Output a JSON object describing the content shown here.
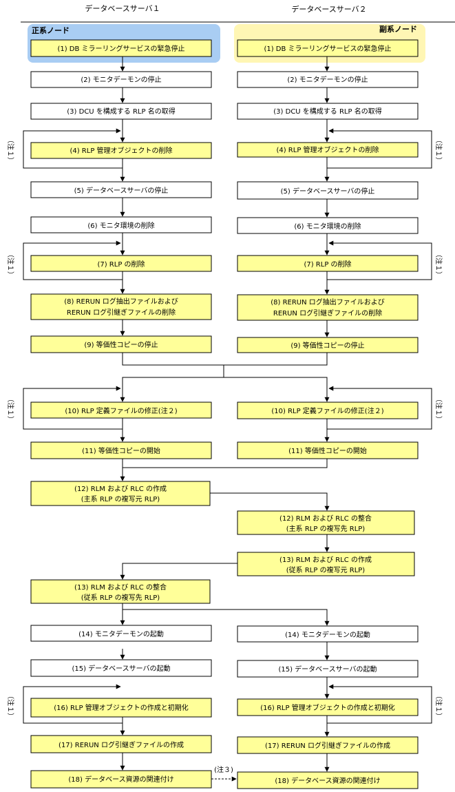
{
  "headers": {
    "server1": "データベースサーバ１",
    "server2": "データベースサーバ２"
  },
  "nodes": {
    "primary": "正系ノード",
    "secondary": "副系ノード"
  },
  "colors": {
    "primary_bg": "#a9cdf3",
    "secondary_bg": "#fff6b4",
    "box_yellow": "#ffff99",
    "box_white": "#ffffff"
  },
  "steps": {
    "s1": "(1) DB ミラーリングサービスの緊急停止",
    "s2": "(2) モニタデーモンの停止",
    "s3": "(3) DCU を構成する RLP 名の取得",
    "s4": "(4) RLP 管理オブジェクトの削除",
    "s5": "(5) データベースサーバの停止",
    "s6": "(6) モニタ環境の削除",
    "s7": "(7) RLP の削除",
    "s8_l1": "(8) RERUN ログ抽出ファイルおよび",
    "s8_l2": "RERUN ログ引継ぎファイルの削除",
    "s9": "(9) 等価性コピーの停止",
    "s10": "(10) RLP 定義ファイルの修正(注２)",
    "s11": "(11) 等価性コピーの開始",
    "s12_create_l1": "(12) RLM および RLC の作成",
    "s12_create_l2": "(主系 RLP の複写元 RLP)",
    "s12_match_l1": "(12) RLM および RLC の整合",
    "s12_match_l2": "(主系 RLP の複写先 RLP)",
    "s13_create_l1": "(13) RLM および RLC の作成",
    "s13_create_l2": "(従系 RLP の複写元 RLP)",
    "s13_match_l1": "(13) RLM および RLC の整合",
    "s13_match_l2": "(従系 RLP の複写先 RLP)",
    "s14": "(14) モニタデーモンの起動",
    "s15": "(15) データベースサーバの起動",
    "s16": "(16) RLP 管理オブジェクトの作成と初期化",
    "s17": "(17) RERUN ログ引継ぎファイルの作成",
    "s18": "(18) データベース資源の関連付け"
  },
  "notes": {
    "note1": "（注１）",
    "note3": "(注３)"
  }
}
